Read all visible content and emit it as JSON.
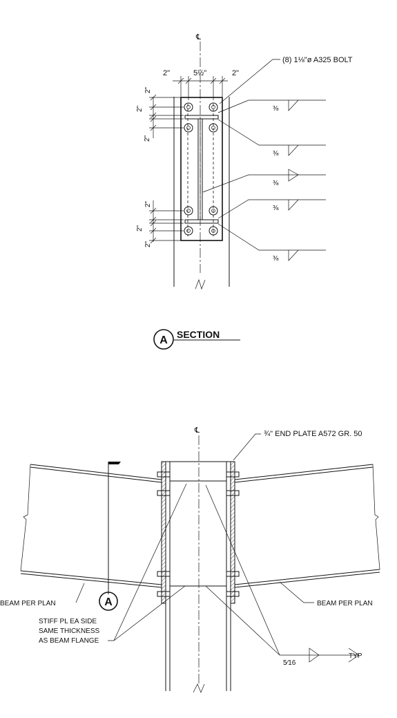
{
  "section": {
    "centerline_symbol": "℄",
    "bolt_callout": "(8) 1⅛\"ø A325 BOLT",
    "dim_left": "2\"",
    "dim_center": "5½\"",
    "dim_right": "2\"",
    "dim_vert_1": "2\"",
    "dim_vert_2": "2\"",
    "dim_vert_3": "2\"",
    "dim_vert_4": "2\"",
    "dim_vert_5": "2\"",
    "dim_vert_6": "2\"",
    "weld_sizes": [
      "⅜",
      "⅜",
      "⅜",
      "⅜",
      "⅜"
    ],
    "bubble_letter": "A",
    "title": "SECTION"
  },
  "elevation": {
    "centerline_symbol": "℄",
    "end_plate_callout": "¾\" END PLATE A572 GR. 50",
    "beam_left_label": "BEAM PER PLAN",
    "beam_right_label": "BEAM PER PLAN",
    "stiffener_note": [
      "STIFF PL EA SIDE",
      "SAME THICKNESS",
      "AS BEAM FLANGE"
    ],
    "bubble_letter": "A",
    "weld_size": "5⁄16",
    "weld_note": "TYP"
  }
}
